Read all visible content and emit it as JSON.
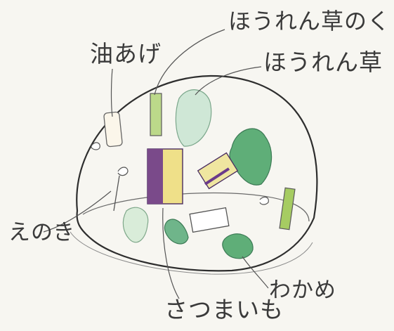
{
  "labels": {
    "aburaage": "油あげ",
    "spinach_stem": "ほうれん草のくき",
    "spinach": "ほうれん草",
    "enoki": "えのき",
    "wakame": "わかめ",
    "satsumaimo": "さつまいも"
  },
  "colors": {
    "paper": "#f7f6f1",
    "pencil": "#3a3a3a",
    "spinach_green": "#4fa06a",
    "pale_green": "#9fd0b0",
    "stem_green": "#9cc45a",
    "sweet_potato_purple": "#6a3a8a",
    "sweet_potato_yellow": "#e8d870"
  }
}
